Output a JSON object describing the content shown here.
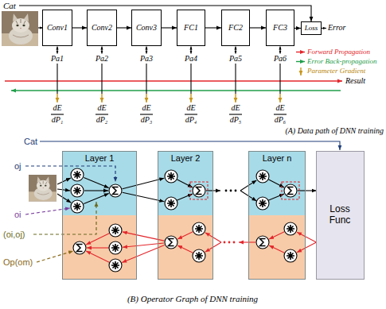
{
  "diagram": {
    "nodes": [
      {
        "text": [
          "Conv1"
        ]
      },
      {
        "text": [
          "Conv2"
        ]
      },
      {
        "text": [
          "Conv3"
        ]
      },
      {
        "text": [
          "FC1"
        ]
      },
      {
        "text": [
          "FC2"
        ]
      },
      {
        "text": [
          "FC3"
        ]
      },
      {
        "text": [
          "Loss"
        ]
      },
      {
        "text": [
          "Layer 1"
        ]
      },
      {
        "text": [
          "Layer 2"
        ]
      },
      {
        "text": [
          "Layer n"
        ]
      },
      {
        "text": [
          "Loss Func"
        ]
      }
    ],
    "edges": [
      {
        "from": 0,
        "to": 1,
        "arrow": "to"
      },
      {
        "from": 1,
        "to": 2,
        "arrow": "to"
      },
      {
        "from": 2,
        "to": 3,
        "arrow": "to"
      },
      {
        "from": 3,
        "to": 4,
        "arrow": "to"
      },
      {
        "from": 4,
        "to": 5,
        "arrow": "to"
      },
      {
        "from": 5,
        "to": 6,
        "arrow": "to"
      }
    ],
    "labels": [
      "Cat",
      "Error",
      "Pa1",
      "Pa2",
      "Pa3",
      "Pa4",
      "Pa5",
      "Pa6",
      "Result",
      "dE",
      "dP₁",
      "dE",
      "dP₂",
      "dE",
      "dP₃",
      "dE",
      "dP₄",
      "dE",
      "dP₅",
      "dE",
      "dP₆",
      "(A) Data path of DNN training",
      "Cat",
      "oj",
      "oi",
      "(oi,oj)",
      "Op(om)",
      "(B) Operator Graph of DNN training"
    ],
    "legend": [
      {
        "text": "Forward Propagation"
      },
      {
        "text": "Error Back-propagation"
      },
      {
        "text": "Parameter Gradient"
      }
    ]
  }
}
